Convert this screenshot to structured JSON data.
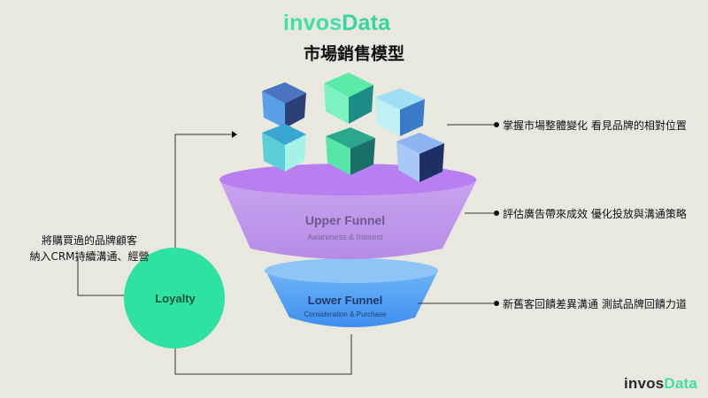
{
  "brand": {
    "logo_invos": "invos",
    "logo_data": "Data"
  },
  "title": "市場銷售模型",
  "funnel": {
    "upper": {
      "title": "Upper Funnel",
      "subtitle": "Awareness & Interest",
      "color": "#b98be8"
    },
    "lower": {
      "title": "Lower Funnel",
      "subtitle": "Consideration & Purchase",
      "color": "#4f9ef0"
    }
  },
  "loyalty": {
    "label": "Loyalty",
    "color": "#2ee2a0"
  },
  "notes": {
    "top": "掌握市場整體變化 看見品牌的相對位置",
    "middle": "評估廣告帶來成效 優化投放與溝通策略",
    "bottom": "新舊客回饋差異溝通 測試品牌回饋力道",
    "left_line1": "將購買過的品牌顧客",
    "left_line2": "納入CRM持續溝通、經營"
  },
  "colors": {
    "background": "#e9e8df",
    "accent": "#3fe0a4"
  }
}
